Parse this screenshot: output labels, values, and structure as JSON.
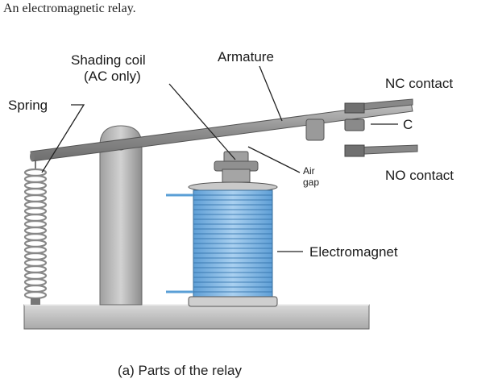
{
  "title": "An electromagnetic relay.",
  "labels": {
    "shading_coil_line1": "Shading coil",
    "shading_coil_line2": "(AC only)",
    "armature": "Armature",
    "spring": "Spring",
    "nc_contact": "NC contact",
    "c": "C",
    "no_contact": "NO contact",
    "air_gap_line1": "Air",
    "air_gap_line2": "gap",
    "electromagnet": "Electromagnet"
  },
  "caption": "(a)  Parts of the relay",
  "colors": {
    "coil_blue": "#7fb7e6",
    "metal_gray": "#9a9a9a",
    "base_gray": "#c8c8c8"
  }
}
